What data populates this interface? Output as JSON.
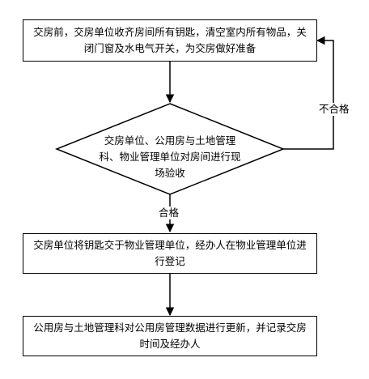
{
  "flow": {
    "step1": "交房前，交房单位收齐房间所有钥匙，清空室内所有物品，关闭门窗及水电气开关，为交房做好准备",
    "decision": "交房单位、公用房与土地管理科、物业管理单位对房间进行现场验收",
    "fail_label": "不合格",
    "pass_label": "合格",
    "step2": "交房单位将钥匙交于物业管理单位，经办人在物业管理单位进行登记",
    "step3": "公用房与土地管理科对公用房管理数据进行更新，并记录交房时间及经办人"
  }
}
